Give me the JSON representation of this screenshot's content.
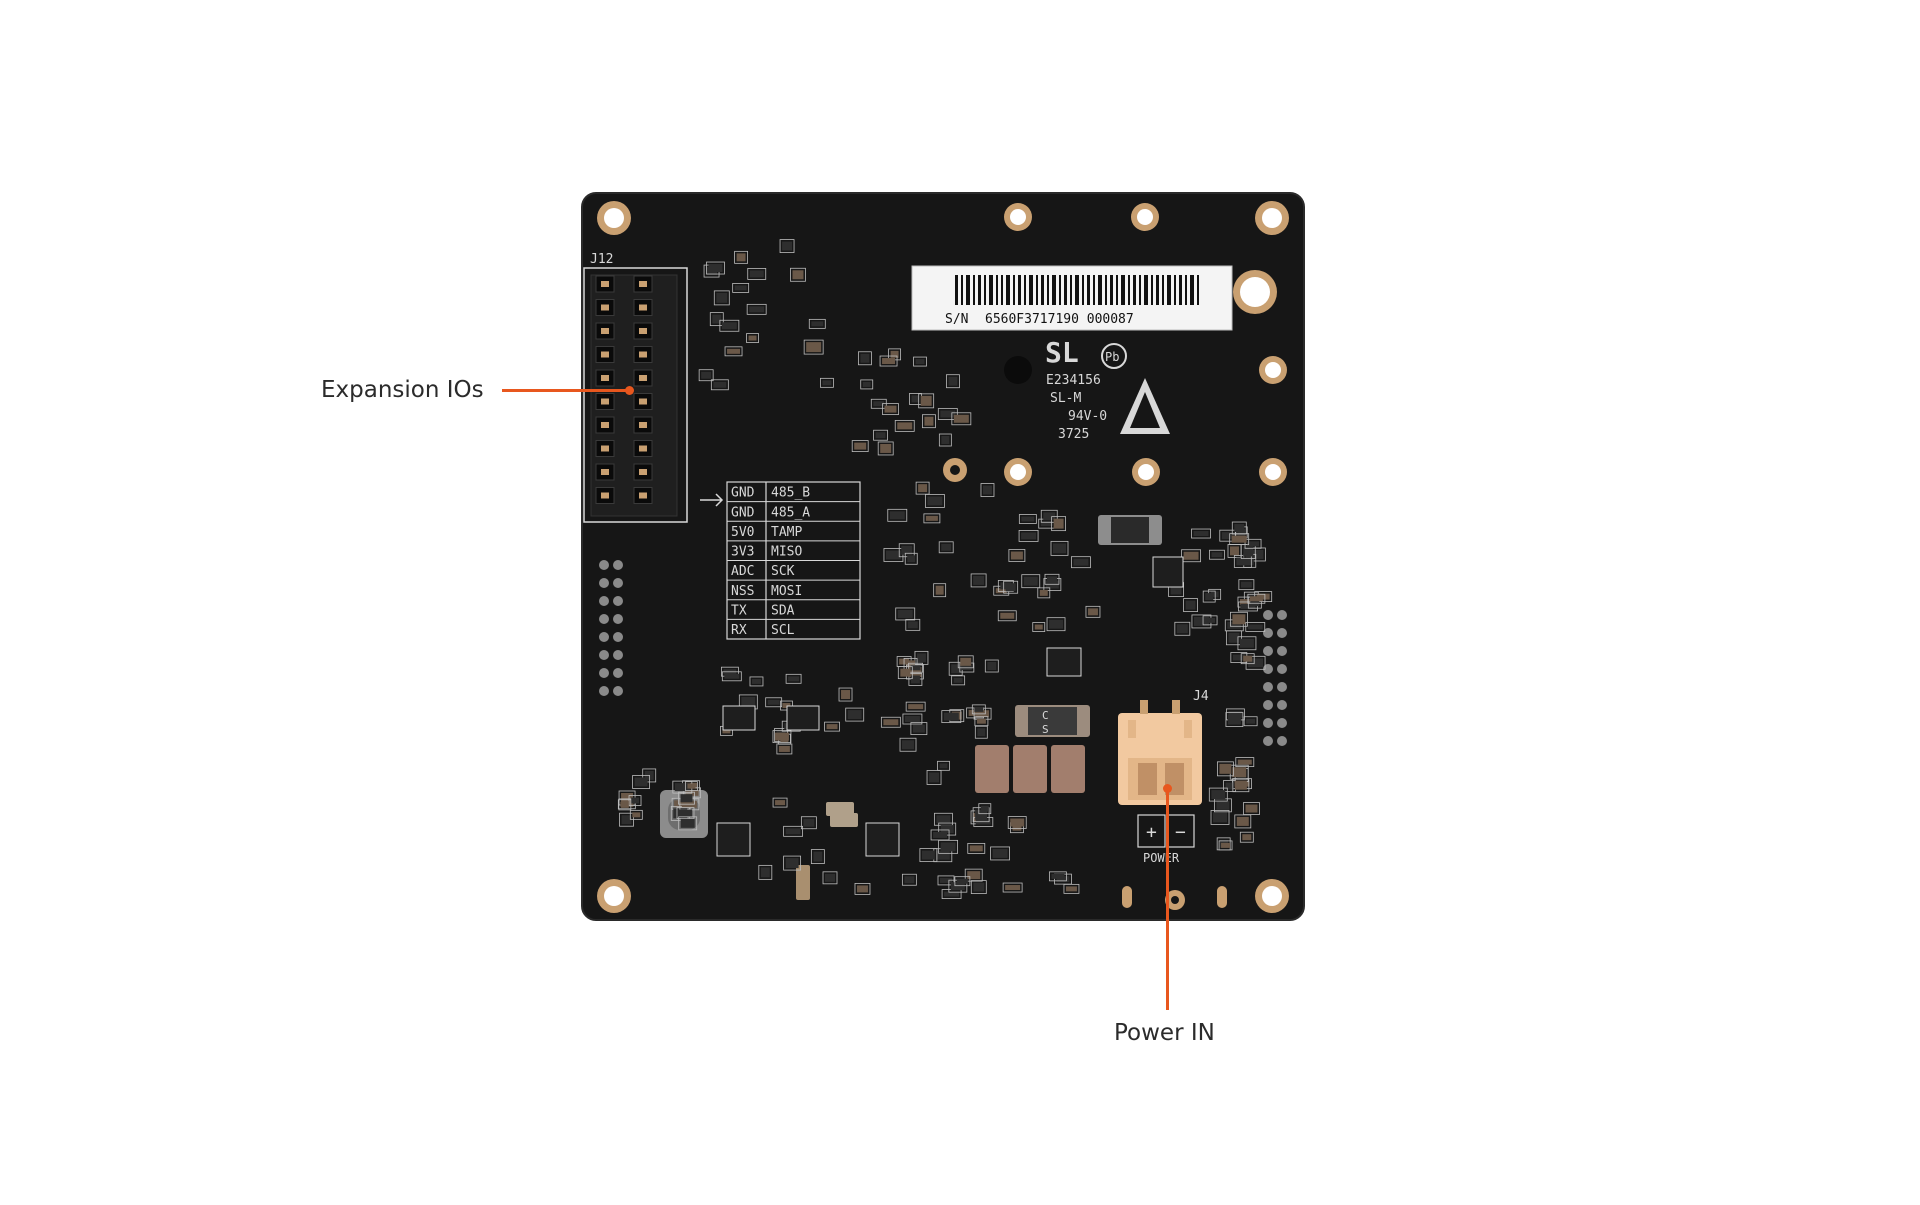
{
  "callouts": {
    "expansion": "Expansion IOs",
    "power": "Power IN"
  },
  "board": {
    "connector_ref": "J12",
    "power_ref": "J4",
    "power_silk": "POWER",
    "power_plus": "+",
    "power_minus": "−",
    "serial_prefix": "S/N",
    "serial": "6560F3717190 000087",
    "cert_line1": "E234156",
    "cert_line2": "SL-M",
    "cert_line3": "94V-0",
    "cert_line4": "3725",
    "cert_logo": "SL",
    "rohs_mark": "Pb",
    "cap_mark_c": "C",
    "cap_mark_s": "S",
    "pinout": [
      [
        "GND",
        "485_B"
      ],
      [
        "GND",
        "485_A"
      ],
      [
        "5V0",
        "TAMP"
      ],
      [
        "3V3",
        "MISO"
      ],
      [
        "ADC",
        "SCK"
      ],
      [
        "NSS",
        "MOSI"
      ],
      [
        "TX",
        "SDA"
      ],
      [
        "RX",
        "SCL"
      ]
    ]
  },
  "colors": {
    "accent": "#e8571e",
    "pcb": "#161616",
    "silkscreen": "#d8d8d8",
    "gold": "#c9a071",
    "connector": "#f2c9a0"
  }
}
